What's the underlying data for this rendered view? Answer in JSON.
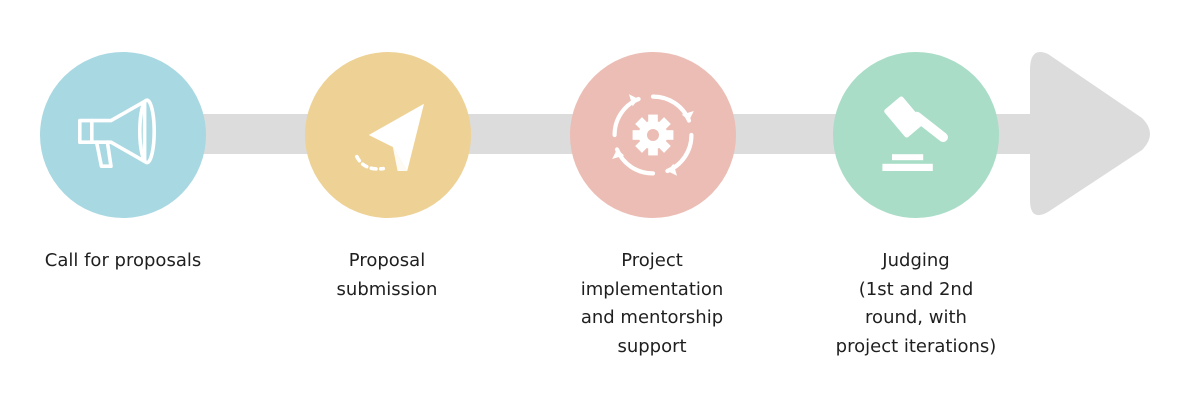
{
  "colors": {
    "track": "#dcdcdc",
    "step_1": "#a8d8e2",
    "step_2": "#eed194",
    "step_3": "#ecbdb5",
    "step_4": "#a9ddc7",
    "icon_glyph": "#ffffff"
  },
  "steps": [
    {
      "label": "Call for proposals",
      "icon": "megaphone-icon"
    },
    {
      "label": "Proposal\nsubmission",
      "icon": "paper-plane-icon"
    },
    {
      "label": "Project\nimplementation\nand mentorship\nsupport",
      "icon": "gear-cycle-icon"
    },
    {
      "label": "Judging\n(1st and 2nd\nround, with\nproject iterations)",
      "icon": "gavel-icon"
    }
  ]
}
